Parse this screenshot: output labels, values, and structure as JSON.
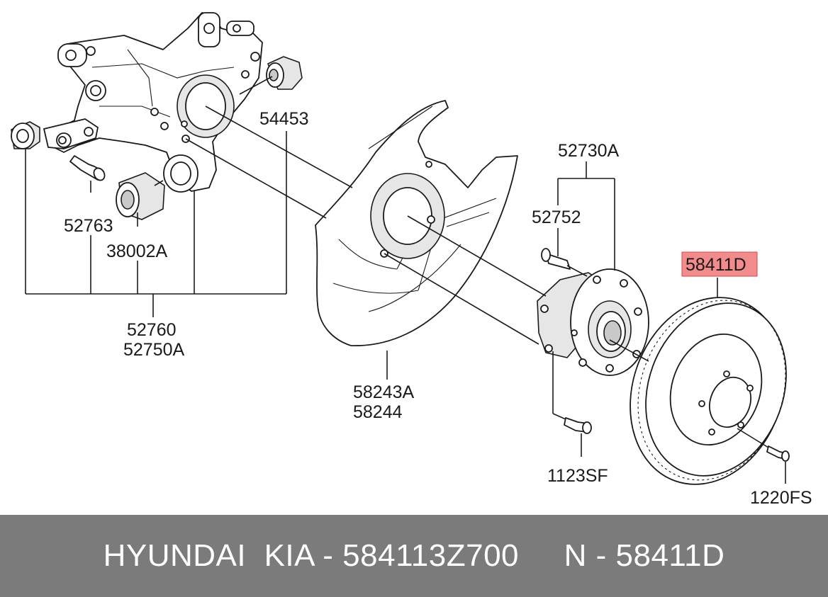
{
  "footer": {
    "brand": "HYUNDAI  KIA - 584113Z700     N - 58411D"
  },
  "labels": {
    "l54453": "54453",
    "l52730A": "52730A",
    "l52752": "52752",
    "l52763": "52763",
    "l38002A": "38002A",
    "l58411D": "58411D",
    "l52760": "52760",
    "l52750A": "52750A",
    "l58243A": "58243A",
    "l58244": "58244",
    "l1123SF": "1123SF",
    "l1220FS": "1220FS"
  },
  "colors": {
    "footer_bg": "#7b7b7b",
    "highlight": "#f28b8b"
  }
}
